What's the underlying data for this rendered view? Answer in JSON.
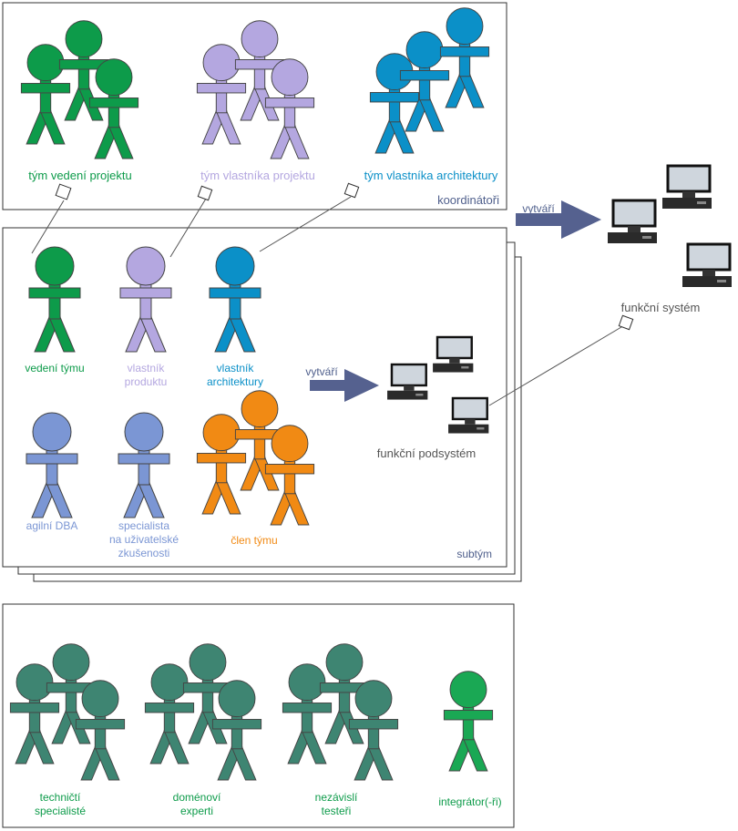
{
  "colors": {
    "green": "#0d9b4a",
    "lavender": "#b4a7e0",
    "blue": "#0b90c8",
    "periwinkle": "#7b96d4",
    "orange": "#f18a14",
    "teal": "#3e8572",
    "bright_green": "#1aa854",
    "navy": "#4f5f8c",
    "arrow": "#55618f",
    "text_gray": "#555555",
    "border": "#333333"
  },
  "coordinators": {
    "label": "koordinátoři",
    "groups": [
      {
        "label": "tým vedení projektu",
        "color_key": "green"
      },
      {
        "label": "tým vlastníka projektu",
        "color_key": "lavender"
      },
      {
        "label": "tým vlastníka architektury",
        "color_key": "blue"
      }
    ]
  },
  "subteam": {
    "label": "subtým",
    "roles": [
      {
        "label": "vedení týmu",
        "color_key": "green"
      },
      {
        "label": "vlastník produktu",
        "color_key": "lavender"
      },
      {
        "label": "vlastník architektury",
        "color_key": "blue"
      },
      {
        "label": "agilní DBA",
        "color_key": "periwinkle"
      },
      {
        "label": "specialista na uživatelské zkušenosti",
        "color_key": "periwinkle"
      },
      {
        "label": "člen týmu",
        "color_key": "orange"
      }
    ],
    "creates_label": "vytváří",
    "output_label": "funkční podsystém"
  },
  "system": {
    "creates_label": "vytváří",
    "output_label": "funkční systém"
  },
  "support": {
    "groups": [
      {
        "label": "techničtí specialisté",
        "color_key": "teal"
      },
      {
        "label": "doménoví experti",
        "color_key": "teal"
      },
      {
        "label": "nezávislí testeři",
        "color_key": "teal"
      },
      {
        "label": "integrátor(-ři)",
        "color_key": "bright_green"
      }
    ]
  }
}
